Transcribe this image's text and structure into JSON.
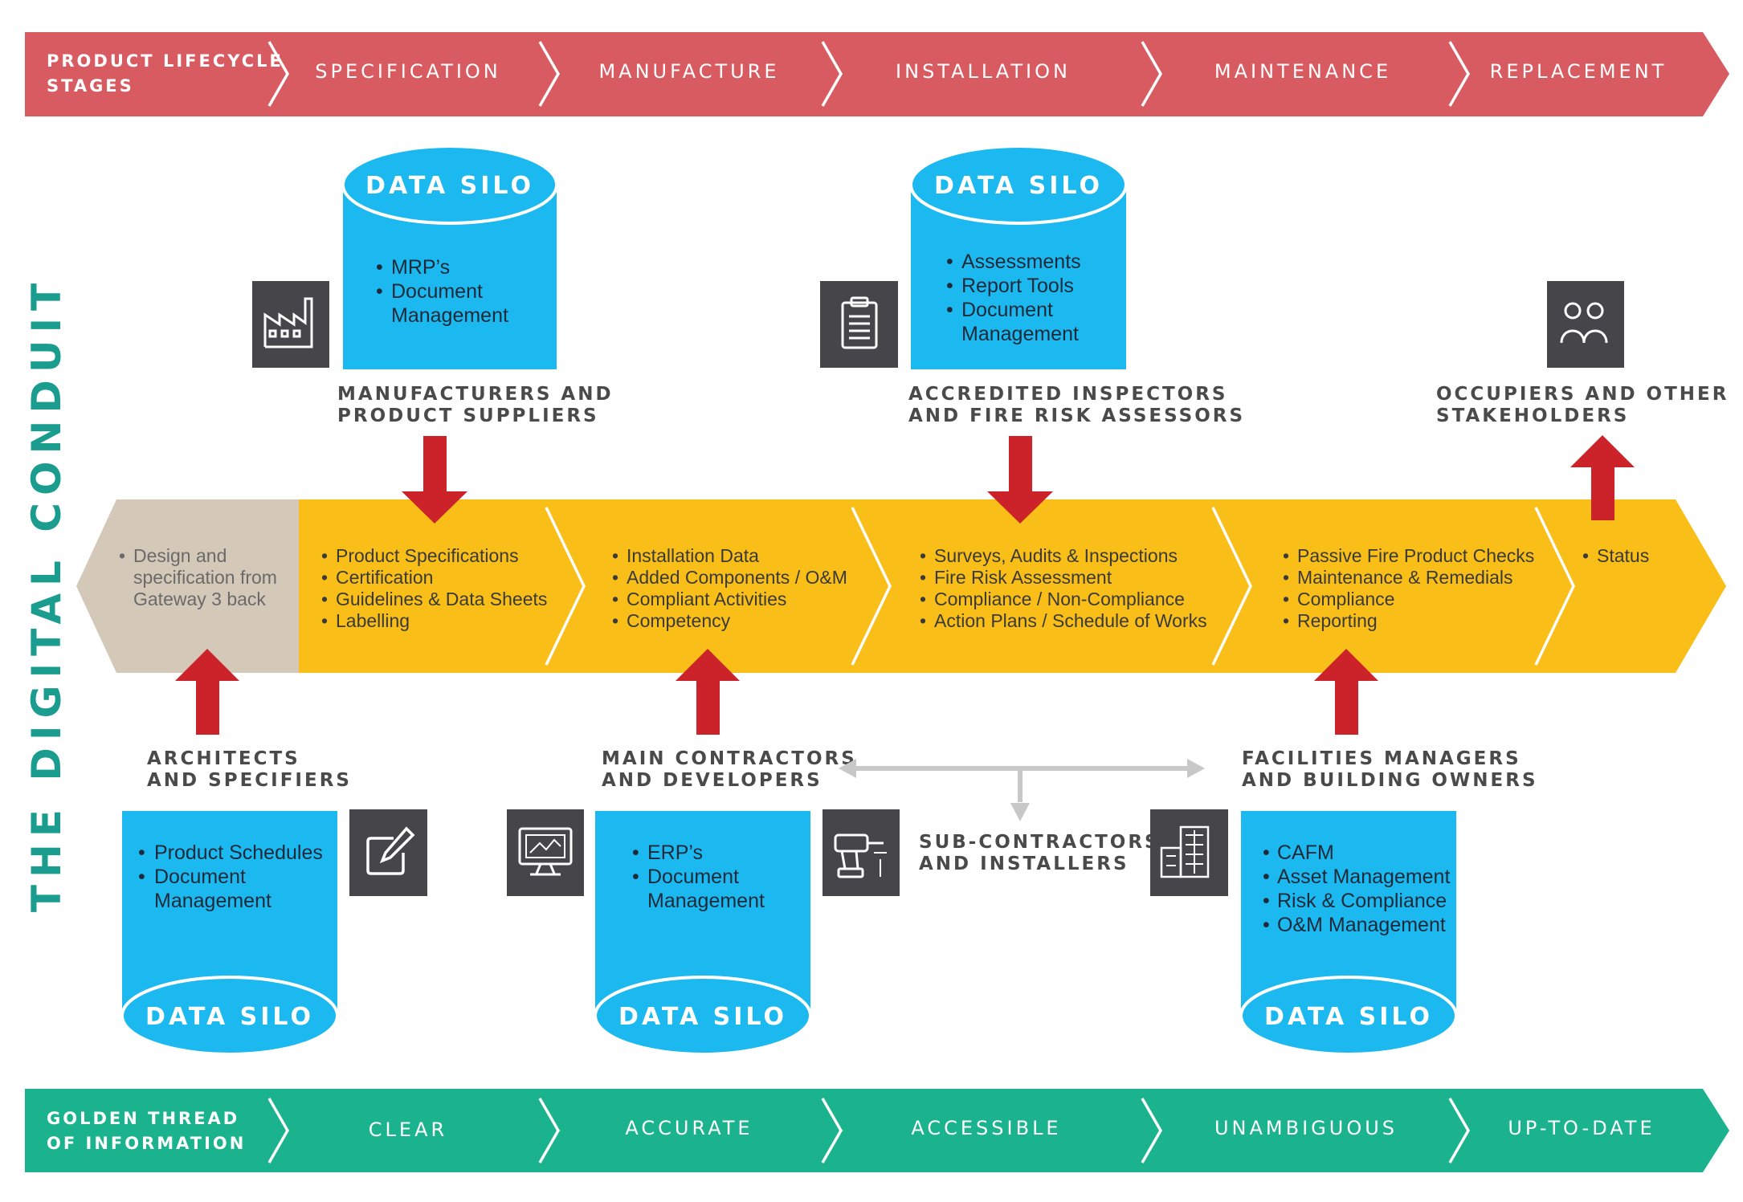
{
  "lifecycle": {
    "title_lines": [
      "PRODUCT LIFECYCLE",
      "STAGES"
    ],
    "stages": [
      "SPECIFICATION",
      "MANUFACTURE",
      "INSTALLATION",
      "MAINTENANCE",
      "REPLACEMENT"
    ]
  },
  "golden_thread": {
    "title_lines": [
      "GOLDEN THREAD",
      "OF INFORMATION"
    ],
    "qualities": [
      "CLEAR",
      "ACCURATE",
      "ACCESSIBLE",
      "UNAMBIGUOUS",
      "UP-TO-DATE"
    ]
  },
  "side_title": "THE DIGITAL CONDUIT",
  "colors": {
    "lifecycle_band": "#d95b62",
    "golden_band": "#1bb38d",
    "conduit": "#f9be17",
    "conduit_start": "#d4c9b9",
    "silo": "#1bb9ef",
    "arrow": "#cc2229",
    "icon_box": "#45454a",
    "connector": "#c8c8c8",
    "side_title": "#1a9c8f"
  },
  "silos": {
    "manufacturers": {
      "title": "DATA SILO",
      "items": [
        "MRP’s",
        "Document",
        "Management"
      ]
    },
    "inspectors": {
      "title": "DATA SILO",
      "items": [
        "Assessments",
        "Report Tools",
        "Document",
        "Management"
      ]
    },
    "architects": {
      "title": "DATA SILO",
      "items": [
        "Product Schedules",
        "Document",
        "Management"
      ]
    },
    "contractors": {
      "title": "DATA SILO",
      "items": [
        "ERP’s",
        "Document",
        "Management"
      ]
    },
    "facilities": {
      "title": "DATA SILO",
      "items": [
        "CAFM",
        "Asset Management",
        "Risk & Compliance",
        "O&M Management"
      ]
    }
  },
  "groups": {
    "manufacturers": [
      "MANUFACTURERS AND",
      "PRODUCT SUPPLIERS"
    ],
    "inspectors": [
      "ACCREDITED INSPECTORS",
      "AND FIRE RISK ASSESSORS"
    ],
    "occupiers": [
      "OCCUPIERS AND OTHER",
      "STAKEHOLDERS"
    ],
    "architects": [
      "ARCHITECTS",
      "AND SPECIFIERS"
    ],
    "contractors": [
      "MAIN CONTRACTORS",
      "AND DEVELOPERS"
    ],
    "subcontractors": [
      "SUB-CONTRACTORS",
      "AND INSTALLERS"
    ],
    "facilities": [
      "FACILITIES MANAGERS",
      "AND BUILDING OWNERS"
    ]
  },
  "icons": {
    "manufacturers": "factory-icon",
    "inspectors": "clipboard-icon",
    "occupiers": "people-icon",
    "architects": "edit-icon",
    "contractors": "monitor-icon",
    "subcontractors": "drill-icon",
    "facilities": "building-icon"
  },
  "conduit": {
    "design": [
      "Design and",
      "specification from",
      "Gateway 3 back"
    ],
    "specification": [
      "Product Specifications",
      "Certification",
      "Guidelines & Data Sheets",
      "Labelling"
    ],
    "installation": [
      "Installation Data",
      "Added Components / O&M",
      "Compliant Activities",
      "Competency"
    ],
    "inspection": [
      "Surveys, Audits & Inspections",
      "Fire Risk Assessment",
      "Compliance / Non-Compliance",
      "Action Plans / Schedule of Works"
    ],
    "maintenance": [
      "Passive Fire Product Checks",
      "Maintenance & Remedials",
      "Compliance",
      "Reporting"
    ],
    "status": [
      "Status"
    ]
  }
}
